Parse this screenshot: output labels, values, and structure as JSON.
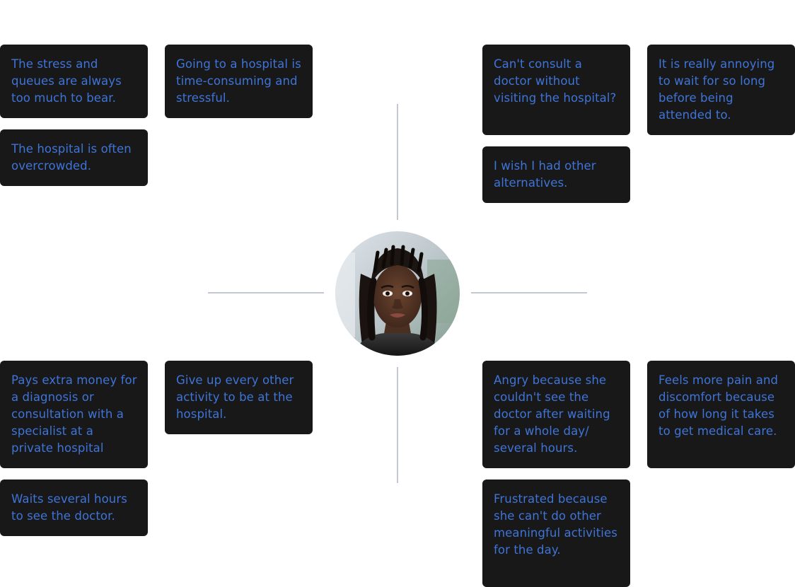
{
  "quadrants": {
    "says": [
      "The stress and queues are always too much to bear.",
      "Going to a hospital is time-consuming and stressful.",
      "The hospital is often overcrowded."
    ],
    "thinks": [
      "Can't consult a doctor without visiting the hospital?",
      "It is really annoying to wait for so long before being attended to.",
      "I wish I had other alternatives."
    ],
    "does": [
      "Pays extra money for a diagnosis or consultation with a specialist at a private hospital",
      "Give up every other activity to be at the hospital.",
      "Waits several hours to see the doctor."
    ],
    "feels": [
      "Angry because she couldn't see the doctor after waiting for a whole day/ several hours.",
      "Feels more pain and discomfort because of how long it takes to get medical care.",
      "Frustrated because she can't do other meaningful activities for the day."
    ]
  },
  "colors": {
    "note_background": "#181818",
    "note_text": "#3f74d8",
    "divider": "#c3c8d3"
  }
}
